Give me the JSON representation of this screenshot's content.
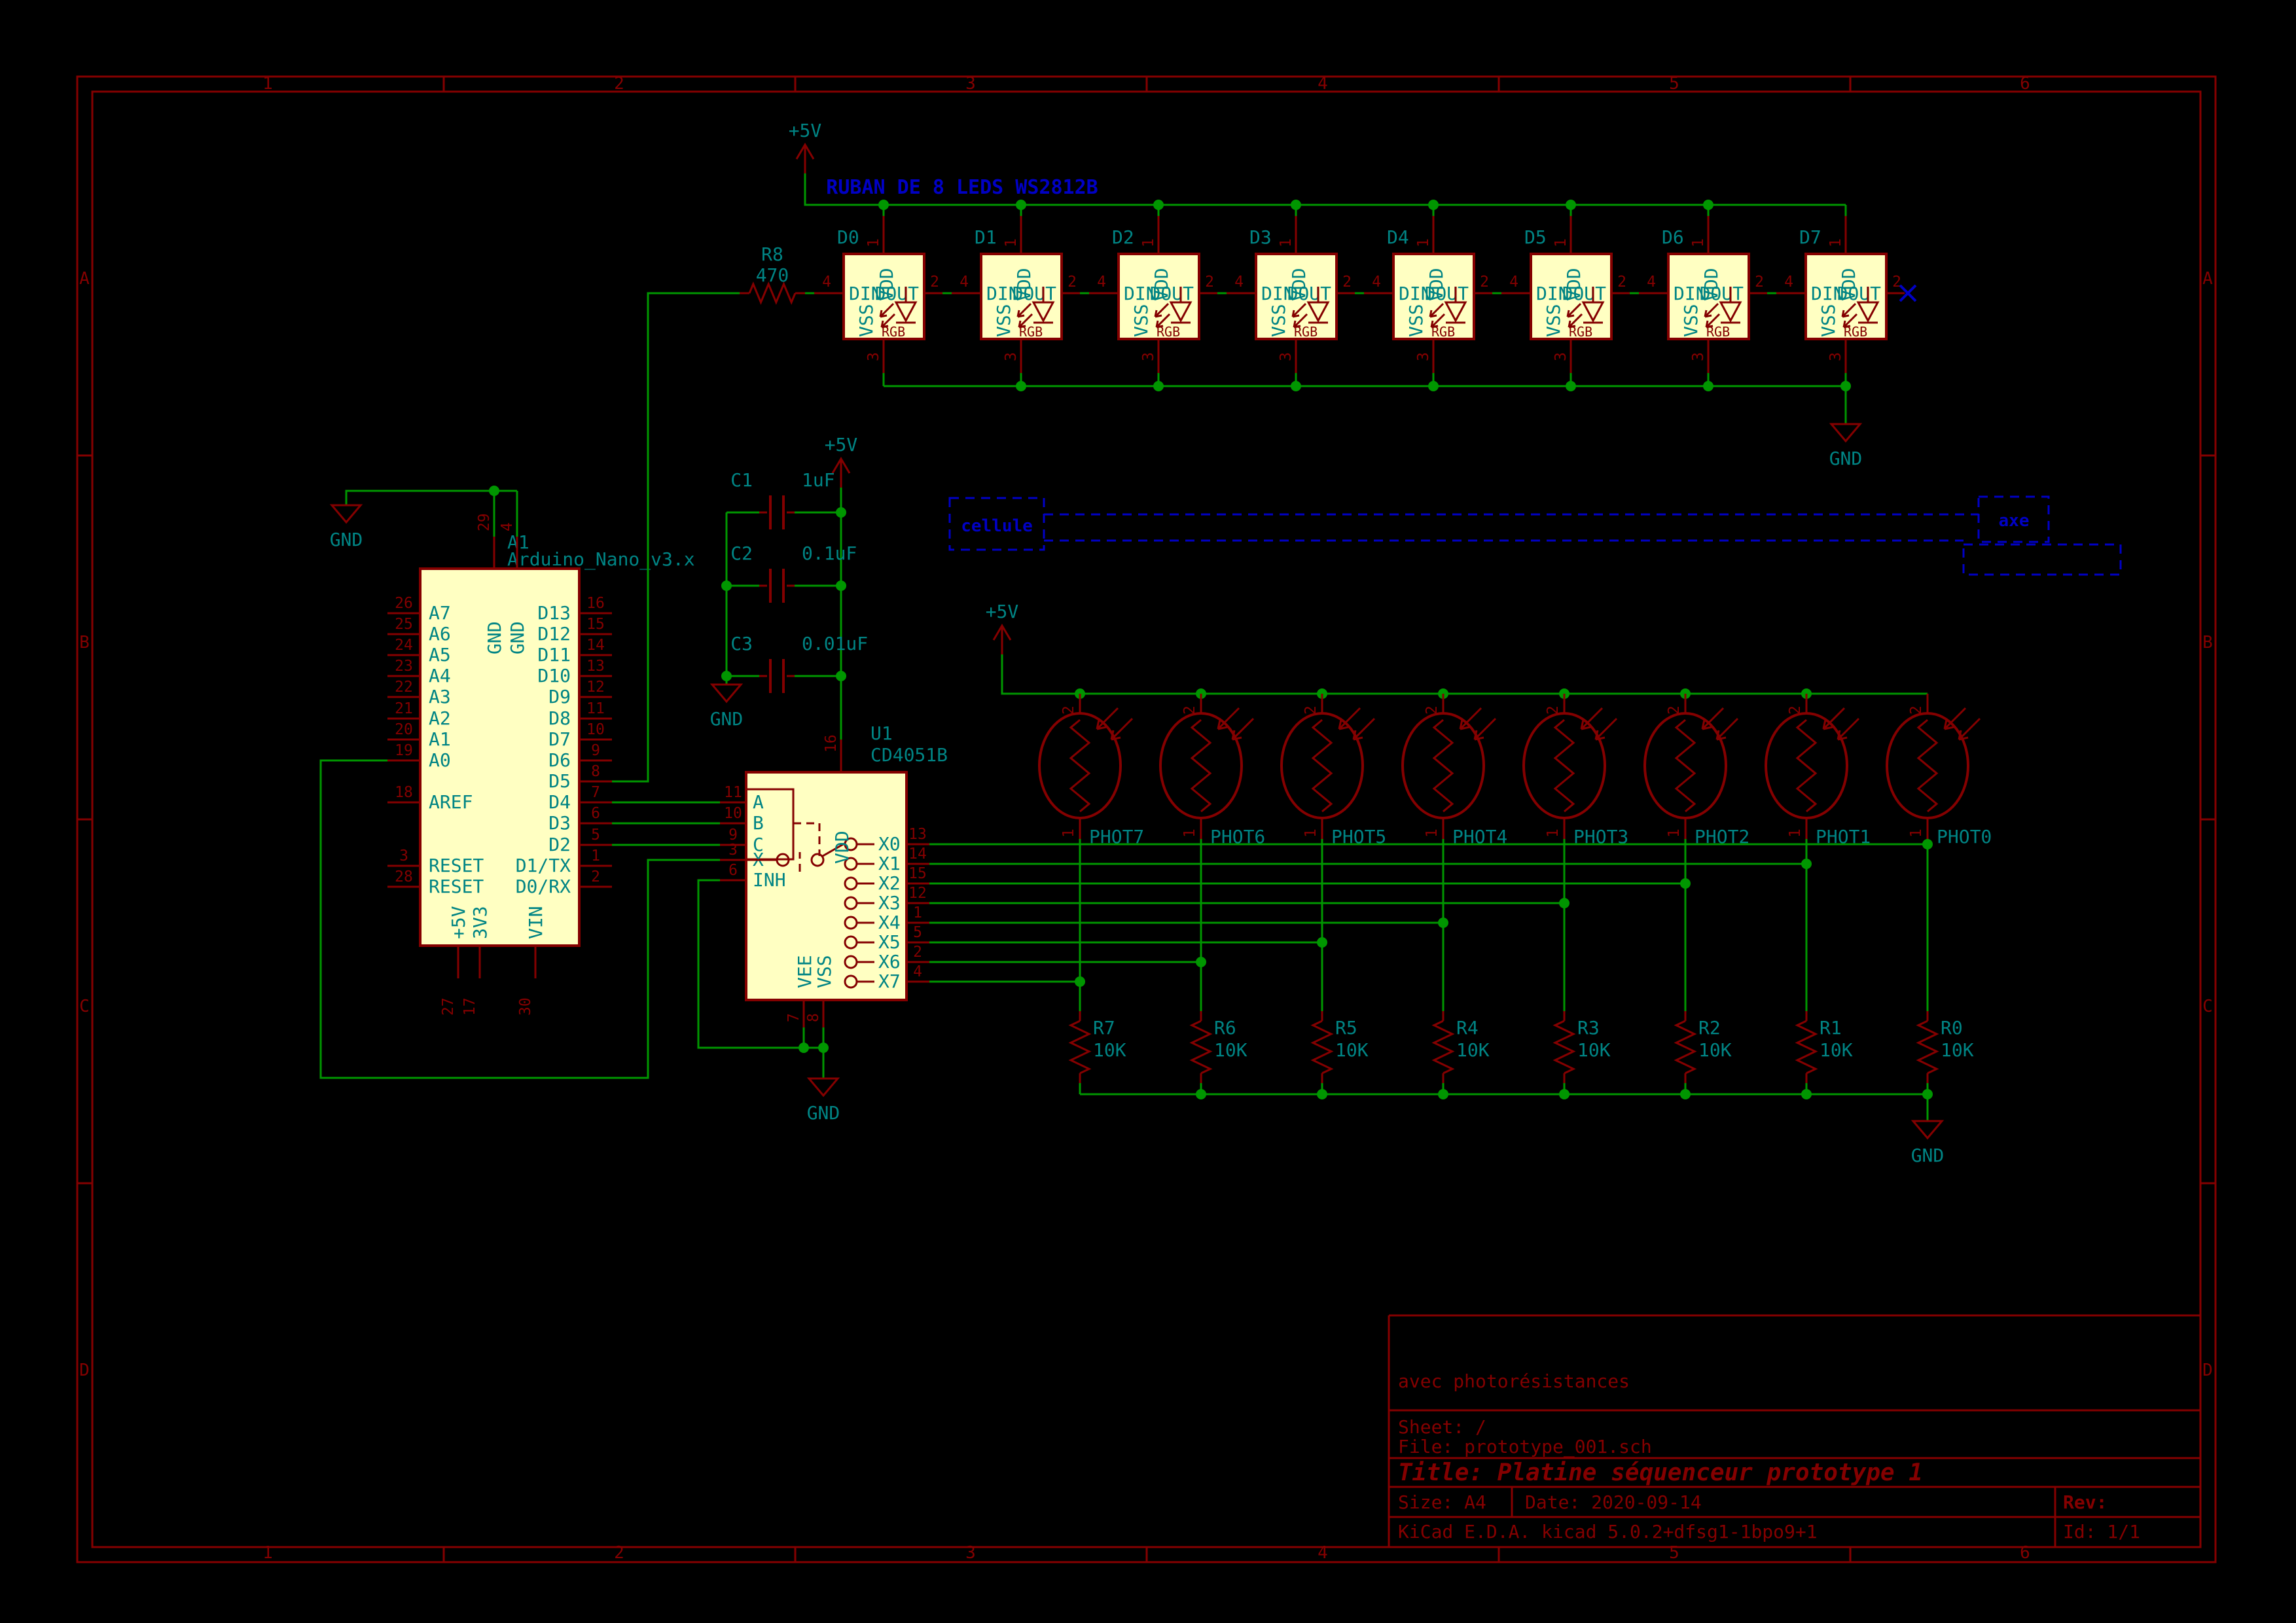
{
  "sheet": {
    "grid_cols": [
      "1",
      "2",
      "3",
      "4",
      "5",
      "6"
    ],
    "grid_rows": [
      "A",
      "B",
      "C",
      "D"
    ]
  },
  "colors": {
    "background": "#000000",
    "wire_green": "#009600",
    "symbol_red": "#840000",
    "text_teal": "#008484",
    "component_fill": "#FFFFC2",
    "annotation_blue": "#0000C4"
  },
  "notes": {
    "ruban": "RUBAN DE 8 LEDS WS2812B",
    "cellule": "cellule",
    "axe": "axe"
  },
  "power": {
    "p5v": "+5V",
    "gnd": "GND"
  },
  "arduino": {
    "ref": "A1",
    "value": "Arduino_Nano_v3.x",
    "left_pins": [
      {
        "num": "26",
        "name": "A7"
      },
      {
        "num": "25",
        "name": "A6"
      },
      {
        "num": "24",
        "name": "A5"
      },
      {
        "num": "23",
        "name": "A4"
      },
      {
        "num": "22",
        "name": "A3"
      },
      {
        "num": "21",
        "name": "A2"
      },
      {
        "num": "20",
        "name": "A1"
      },
      {
        "num": "19",
        "name": "A0"
      },
      {
        "num": "18",
        "name": "AREF"
      },
      {
        "num": "3",
        "name": "RESET"
      },
      {
        "num": "28",
        "name": "RESET"
      }
    ],
    "right_pins": [
      {
        "num": "16",
        "name": "D13"
      },
      {
        "num": "15",
        "name": "D12"
      },
      {
        "num": "14",
        "name": "D11"
      },
      {
        "num": "13",
        "name": "D10"
      },
      {
        "num": "12",
        "name": "D9"
      },
      {
        "num": "11",
        "name": "D8"
      },
      {
        "num": "10",
        "name": "D7"
      },
      {
        "num": "9",
        "name": "D6"
      },
      {
        "num": "8",
        "name": "D5"
      },
      {
        "num": "7",
        "name": "D4"
      },
      {
        "num": "6",
        "name": "D3"
      },
      {
        "num": "5",
        "name": "D2"
      },
      {
        "num": "1",
        "name": "D1/TX"
      },
      {
        "num": "2",
        "name": "D0/RX"
      }
    ],
    "top_pins": [
      {
        "num": "29",
        "name": "GND"
      },
      {
        "num": "4",
        "name": "GND"
      }
    ],
    "bottom_pins": [
      {
        "num": "27",
        "name": "+5V"
      },
      {
        "num": "17",
        "name": "3V3"
      },
      {
        "num": "30",
        "name": "VIN"
      }
    ]
  },
  "mux": {
    "ref": "U1",
    "value": "CD4051B",
    "left_pins": [
      {
        "num": "11",
        "name": "A"
      },
      {
        "num": "10",
        "name": "B"
      },
      {
        "num": "9",
        "name": "C"
      },
      {
        "num": "3",
        "name": "X"
      },
      {
        "num": "6",
        "name": "INH"
      }
    ],
    "right_pins": [
      {
        "num": "13",
        "name": "X0"
      },
      {
        "num": "14",
        "name": "X1"
      },
      {
        "num": "15",
        "name": "X2"
      },
      {
        "num": "12",
        "name": "X3"
      },
      {
        "num": "1",
        "name": "X4"
      },
      {
        "num": "5",
        "name": "X5"
      },
      {
        "num": "2",
        "name": "X6"
      },
      {
        "num": "4",
        "name": "X7"
      }
    ],
    "top_pin": {
      "num": "16",
      "name": "VDD"
    },
    "bottom_pins": [
      {
        "num": "7",
        "name": "VEE"
      },
      {
        "num": "8",
        "name": "VSS"
      }
    ]
  },
  "leds": {
    "refs": [
      "D0",
      "D1",
      "D2",
      "D3",
      "D4",
      "D5",
      "D6",
      "D7"
    ],
    "pin_vdd": {
      "num": "1",
      "name": "VDD"
    },
    "pin_din": {
      "num": "4",
      "name": "DIN"
    },
    "pin_dout": {
      "num": "2",
      "name": "DOUT"
    },
    "pin_vss": {
      "num": "3",
      "name": "VSS"
    },
    "inner_label": "RGB"
  },
  "series_resistor": {
    "ref": "R8",
    "value": "470"
  },
  "capacitors": [
    {
      "ref": "C1",
      "value": "1uF"
    },
    {
      "ref": "C2",
      "value": "0.1uF"
    },
    {
      "ref": "C3",
      "value": "0.01uF"
    }
  ],
  "photoresistors": {
    "refs": [
      "PHOT7",
      "PHOT6",
      "PHOT5",
      "PHOT4",
      "PHOT3",
      "PHOT2",
      "PHOT1",
      "PHOT0"
    ],
    "pin_top": "2",
    "pin_bottom": "1"
  },
  "pulldown_resistors": {
    "refs": [
      "R7",
      "R6",
      "R5",
      "R4",
      "R3",
      "R2",
      "R1",
      "R0"
    ],
    "value": "10K"
  },
  "title_block": {
    "comment": "avec photorésistances",
    "sheet": "Sheet: /",
    "file": "File: prototype_001.sch",
    "title": "Title: Platine séquenceur prototype 1",
    "size": "Size: A4",
    "date": "Date: 2020-09-14",
    "rev": "Rev:",
    "kicad": "KiCad E.D.A.  kicad 5.0.2+dfsg1-1bpo9+1",
    "id": "Id: 1/1"
  }
}
